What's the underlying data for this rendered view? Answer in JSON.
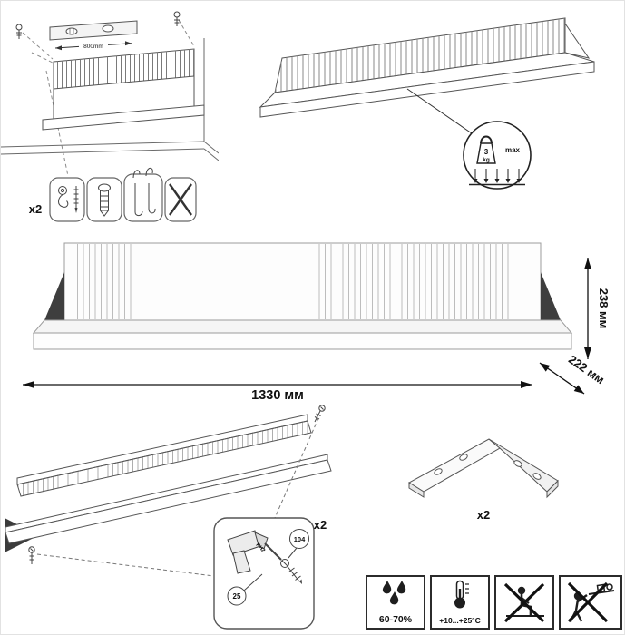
{
  "colors": {
    "line": "#555555",
    "dark_fill": "#3b3b3b",
    "background": "#ffffff",
    "light_line": "#bdbdbd"
  },
  "mounting": {
    "level_measurement": "800mm",
    "fasteners_quantity": "x2"
  },
  "load_limit": {
    "weight_value": "3",
    "weight_unit": "kg",
    "max_label": "max"
  },
  "dimensions": {
    "width": "1330 мм",
    "height": "238 мм",
    "depth": "222 мм"
  },
  "assembly_detail": {
    "quantity": "x2",
    "bit_label": "PH2",
    "screw_part_number": "104",
    "bit_part_number": "25"
  },
  "brackets": {
    "quantity": "x2"
  },
  "care_instructions": {
    "humidity_range": "60-70%",
    "temperature_range": "+10...+25°C"
  },
  "icons": {
    "level": "spirit-level-icon",
    "weight": "weight-3kg-icon",
    "screwdriver": "screwdriver-ph2-icon",
    "humidity": "water-drops-icon",
    "temperature": "thermometer-icon",
    "prohibition_1": "no-sitting-icon",
    "prohibition_2": "no-climbing-icon"
  }
}
